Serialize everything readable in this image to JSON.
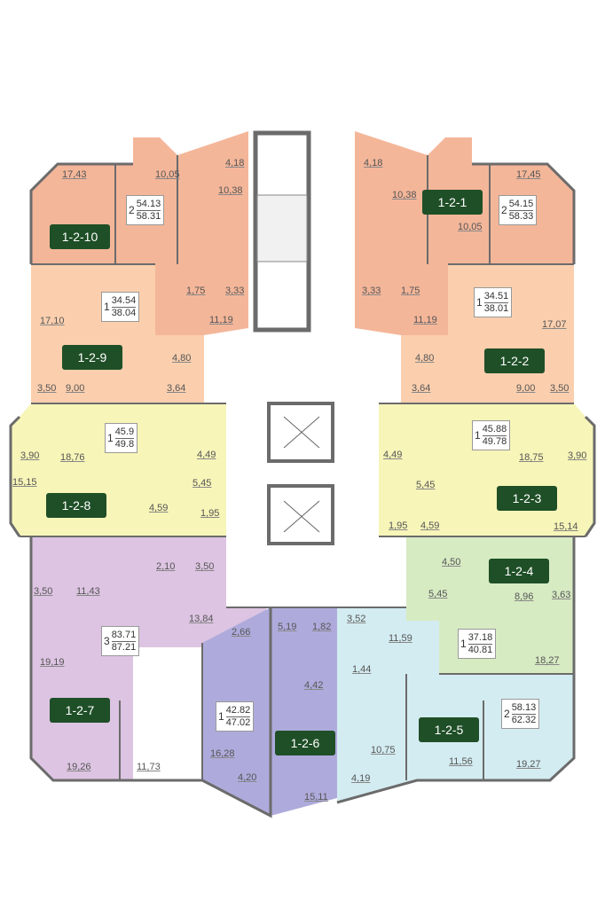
{
  "colors": {
    "peach_dark": "#f4b699",
    "peach_light": "#fbcfae",
    "yellow": "#f7f5b8",
    "green": "#d7ebc3",
    "lilac": "#ddc4e2",
    "purple": "#aeabdc",
    "cyan": "#d3ecf1",
    "badge": "#1f4f27",
    "wall": "#6b6b6b",
    "core": "#ffffff"
  },
  "apartments": [
    {
      "id": "1-2-1",
      "rooms": "2",
      "area_living": "54.15",
      "area_total": "58.33"
    },
    {
      "id": "1-2-2",
      "rooms": "1",
      "area_living": "34.51",
      "area_total": "38.01"
    },
    {
      "id": "1-2-3",
      "rooms": "1",
      "area_living": "45.88",
      "area_total": "49.78"
    },
    {
      "id": "1-2-4",
      "rooms": "1",
      "area_living": "37.18",
      "area_total": "40.81"
    },
    {
      "id": "1-2-5",
      "rooms": "2",
      "area_living": "58.13",
      "area_total": "62.32"
    },
    {
      "id": "1-2-6",
      "rooms": "1",
      "area_living": "42.82",
      "area_total": "47.02"
    },
    {
      "id": "1-2-7",
      "rooms": "3",
      "area_living": "83.71",
      "area_total": "87.21"
    },
    {
      "id": "1-2-8",
      "rooms": "1",
      "area_living": "45.9",
      "area_total": "49.8"
    },
    {
      "id": "1-2-9",
      "rooms": "1",
      "area_living": "34.54",
      "area_total": "38.04"
    },
    {
      "id": "1-2-10",
      "rooms": "2",
      "area_living": "54.13",
      "area_total": "58.31"
    }
  ],
  "room_areas": {
    "a10": [
      "17,43",
      "10,05",
      "4,18",
      "10,38",
      "1,75",
      "3,33",
      "11,19"
    ],
    "a1": [
      "4,18",
      "17,45",
      "10,38",
      "10,05",
      "3,33",
      "1,75",
      "11,19"
    ],
    "a9": [
      "17,10",
      "4,80",
      "3,50",
      "9,00",
      "3,64"
    ],
    "a2": [
      "17,07",
      "4,80",
      "3,64",
      "9,00",
      "3,50"
    ],
    "a8": [
      "3,90",
      "18,76",
      "4,49",
      "15,15",
      "5,45",
      "4,59",
      "1,95"
    ],
    "a3": [
      "4,49",
      "18,75",
      "3,90",
      "5,45",
      "1,95",
      "4,59",
      "15,14"
    ],
    "a7": [
      "2,10",
      "3,50",
      "3,50",
      "11,43",
      "13,84",
      "2,66",
      "19,19",
      "19,26",
      "11,73"
    ],
    "a6": [
      "5,19",
      "1,82",
      "4,42",
      "16,28",
      "4,20",
      "15,11"
    ],
    "a5": [
      "3,52",
      "11,59",
      "1,44",
      "10,75",
      "11,56",
      "4,19",
      "19,27"
    ],
    "a4": [
      "4,50",
      "5,45",
      "8,96",
      "3,63",
      "18,27"
    ]
  }
}
